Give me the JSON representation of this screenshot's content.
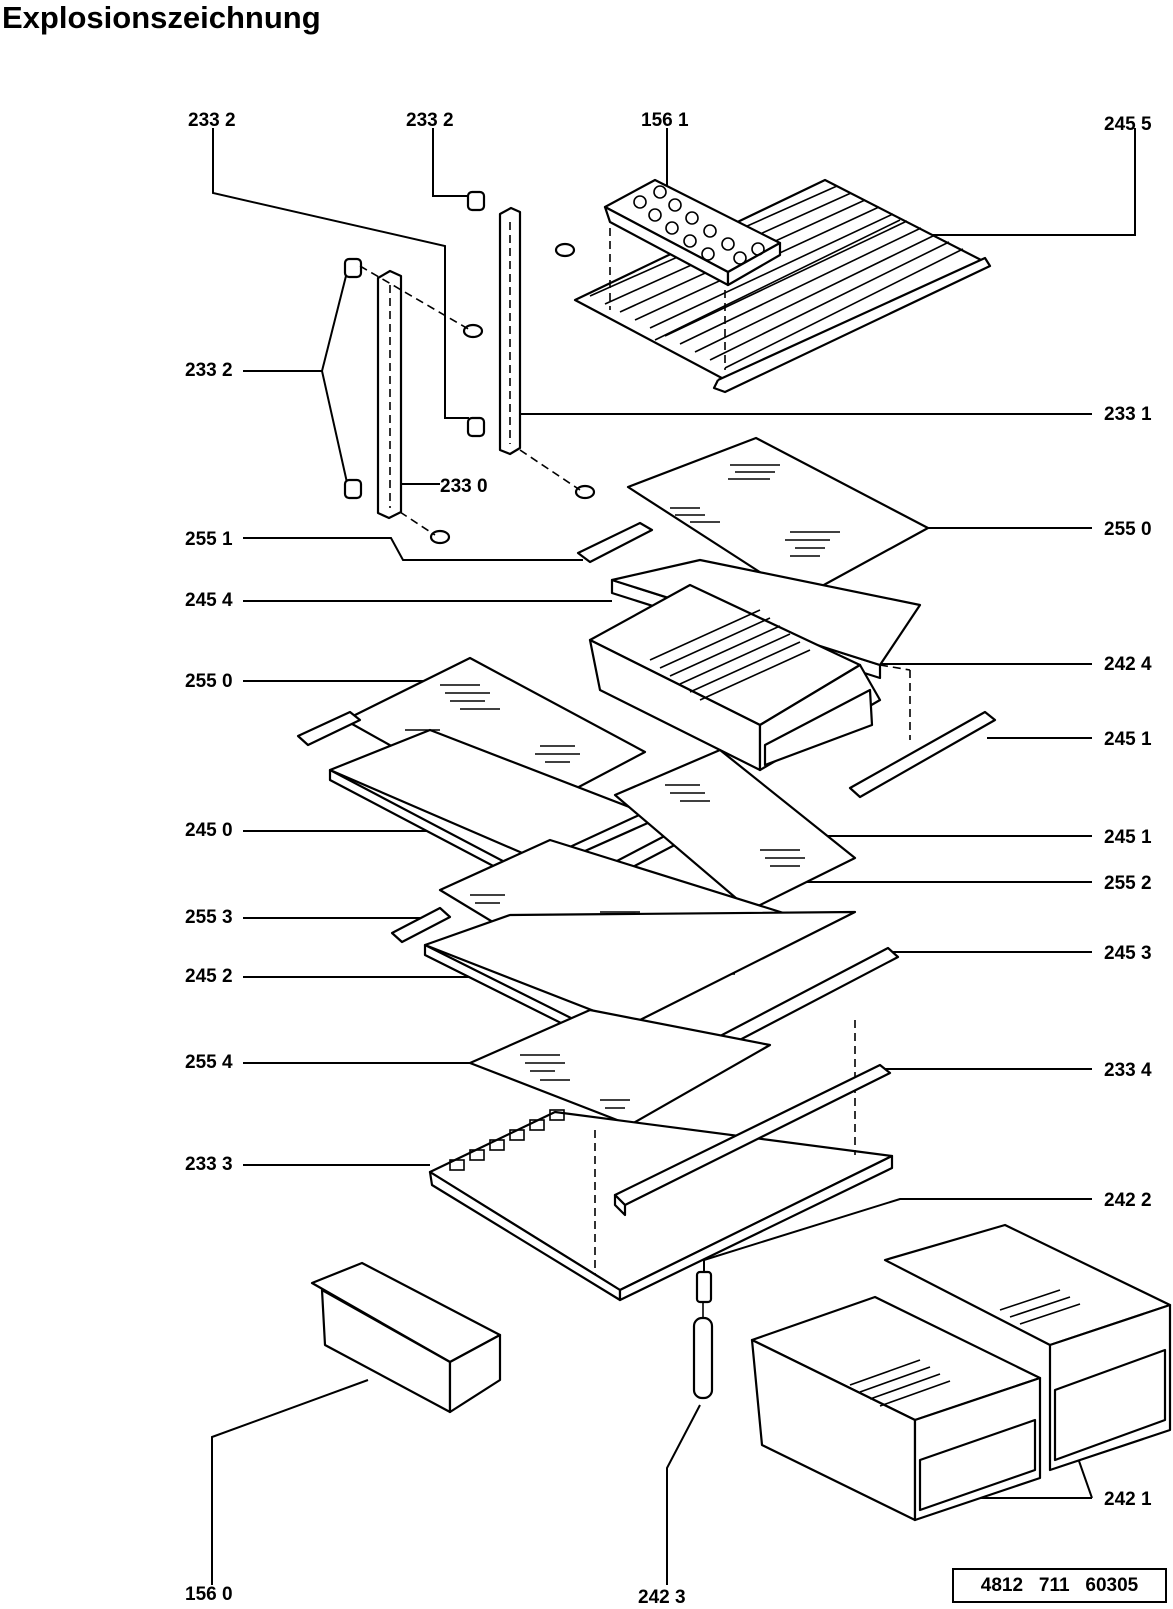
{
  "title": "Explosionszeichnung",
  "document_number": "4812   711   60305",
  "labels": {
    "l_233_2_a": "233 2",
    "l_233_2_b": "233 2",
    "l_156_1": "156  1",
    "l_245_5": "245 5",
    "l_233_2_c": "233 2",
    "l_233_1": "233 1",
    "l_233_0": "233  0",
    "l_255_1": "255 1",
    "l_255_0_a": "255 0",
    "l_245_4": "245 4",
    "l_242_4": "242 4",
    "l_255_0_b": "255 0",
    "l_245_1_a": "245 1",
    "l_245_0": "245 0",
    "l_245_1_b": "245 1",
    "l_255_2": "255  2",
    "l_255_3": "255 3",
    "l_245_3": "245 3",
    "l_245_2": "245 2",
    "l_255_4": "255 4",
    "l_233_4": "233  4",
    "l_233_3": "233 3",
    "l_242_2": "242 2",
    "l_156_0": "156  0",
    "l_242_3": "242  3",
    "l_242_1": "242 1"
  }
}
